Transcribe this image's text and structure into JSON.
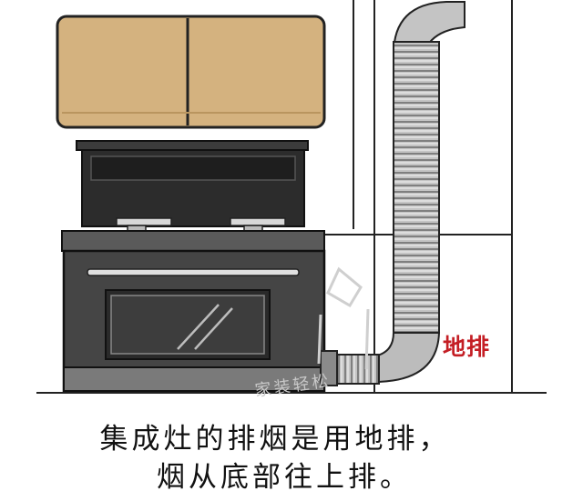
{
  "caption": {
    "line1": "集成灶的排烟是用地排，",
    "line2": "烟从底部往上排。"
  },
  "labels": {
    "floor_exhaust": "地排",
    "watermark": "家装轻松"
  },
  "colors": {
    "cabinet": "#d4b27f",
    "stove_body": "#4a4a4a",
    "label_red": "#c41e24",
    "duct": "#b8b8b8"
  },
  "icons": [
    "wall-cabinet",
    "integrated-stove",
    "burner-left",
    "burner-right",
    "oven-window",
    "exhaust-duct",
    "watermark-logo"
  ]
}
